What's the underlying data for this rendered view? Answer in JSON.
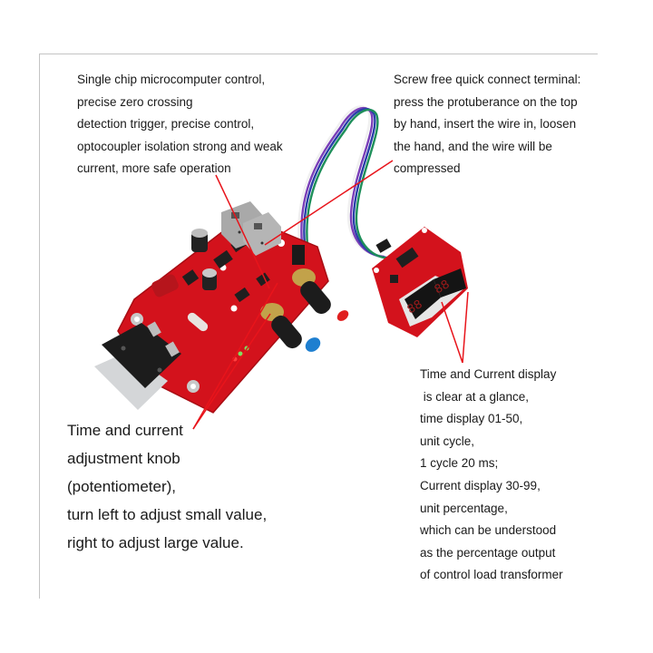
{
  "frame": {
    "border_color": "#c4c4c4"
  },
  "annotations": {
    "top_left": {
      "lines": [
        "Single chip microcomputer control,",
        "precise zero crossing",
        "detection trigger, precise control,",
        "optocoupler isolation strong and weak",
        "current, more safe operation"
      ]
    },
    "top_right": {
      "lines": [
        "Screw free quick connect terminal:",
        "press the protuberance on the top",
        "by hand, insert the wire in, loosen",
        "the hand, and the wire will be",
        "compressed"
      ]
    },
    "bottom_left": {
      "lines": [
        "Time and current",
        "adjustment knob",
        "(potentiometer),",
        "turn left to adjust small value,",
        "right to adjust large value."
      ]
    },
    "bottom_right": {
      "lines": [
        "Time and Current display",
        " is clear at a glance,",
        "time display 01-50,",
        "unit cycle,",
        "1 cycle 20 ms;",
        "Current display 30-99,",
        "unit percentage,",
        "which can be understood",
        "as the percentage output",
        "of control load transformer"
      ]
    }
  },
  "colors": {
    "pointer_line": "#e8141b",
    "pcb_red": "#d3121c",
    "pcb_dark": "#a80d14",
    "terminal_gray": "#a9a9a9",
    "knob_black": "#1c1c1c",
    "knob_blue": "#1e7fd0",
    "knob_red_cap": "#e02020",
    "heatsink_silver": "#d4d6d8",
    "wire_colors": [
      "#f2f2f2",
      "#7a3fb8",
      "#2a3fa8",
      "#1e8f5a"
    ]
  }
}
